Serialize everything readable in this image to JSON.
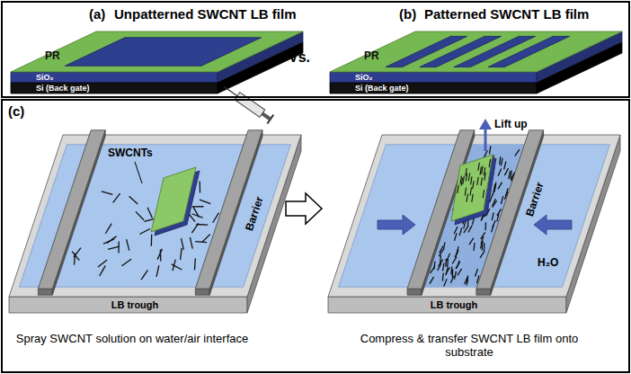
{
  "diagram": {
    "nodes": [
      {
        "text": [
          "(a)",
          "Unpatterned SWCNT LB film",
          "(b)",
          "Patterned SWCNT LB film",
          "Vs."
        ]
      },
      {
        "text": [
          "(c)",
          "Spray SWCNT solution on water/air interface",
          "Compress & transfer SWCNT LB film onto substrate"
        ]
      }
    ],
    "labels": [
      "PR",
      "SiO₂",
      "Si (Back gate)",
      "PR",
      "SiO₂",
      "Si (Back gate)",
      "SWCNTs",
      "Barrier",
      "LB trough",
      "Lift up",
      "Barrier",
      "H₂O",
      "LB trough"
    ]
  }
}
